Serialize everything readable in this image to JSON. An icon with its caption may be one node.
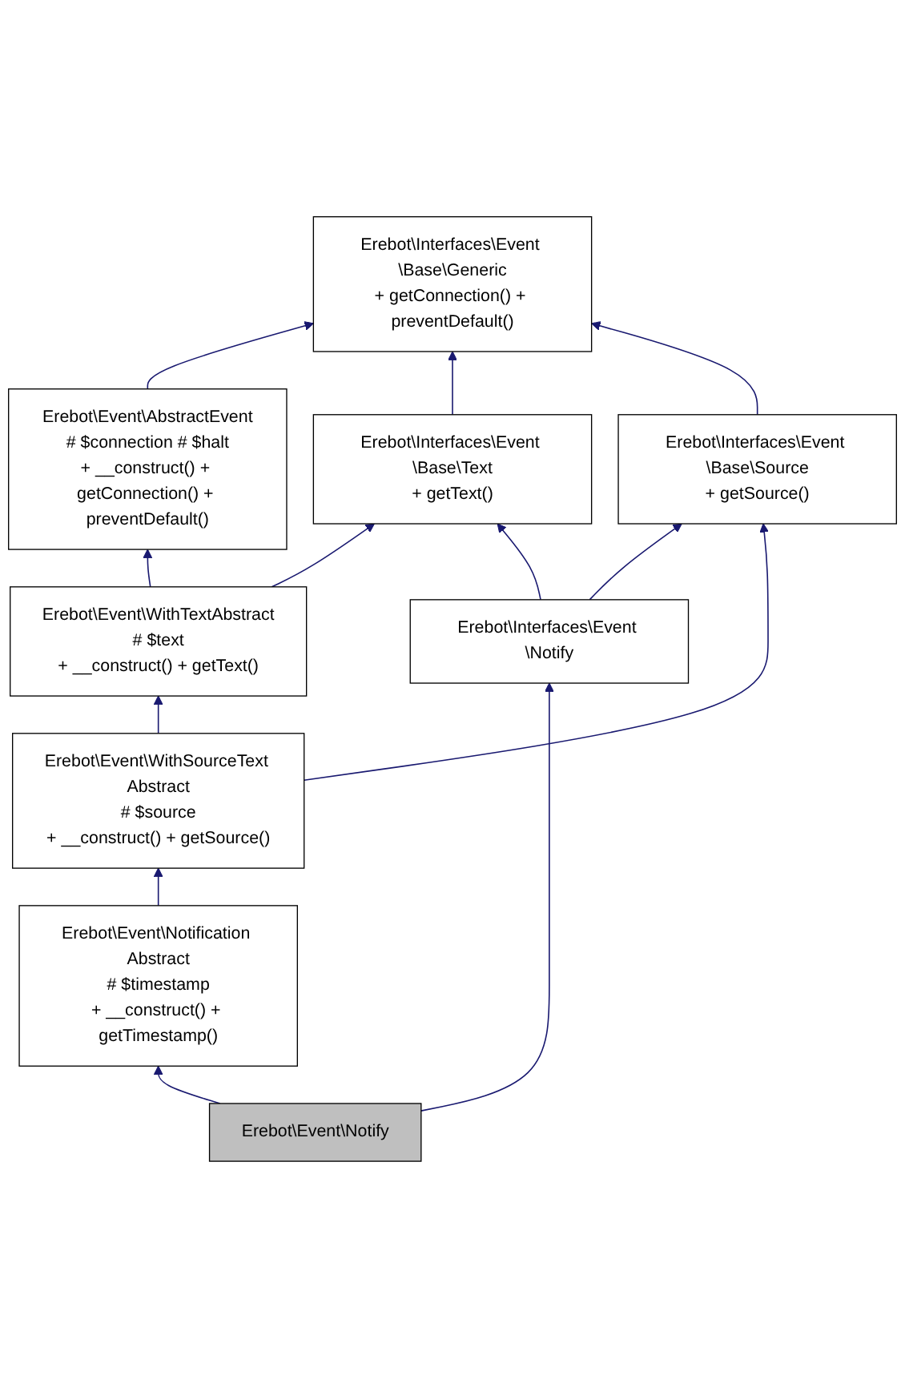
{
  "diagram": {
    "nodes": [
      {
        "text": [
          "Erebot\\Interfaces\\Event \\Base\\Generic",
          "+ getConnection() + preventDefault()"
        ]
      },
      {
        "text": [
          "Erebot\\Event\\AbstractEvent",
          "# $connection # $halt",
          "+ __construct() + getConnection() + preventDefault()"
        ]
      },
      {
        "text": [
          "Erebot\\Interfaces\\Event \\Base\\Text",
          "+ getText()"
        ]
      },
      {
        "text": [
          "Erebot\\Interfaces\\Event \\Base\\Source",
          "+ getSource()"
        ]
      },
      {
        "text": [
          "Erebot\\Event\\WithTextAbstract",
          "# $text",
          "+ __construct() + getText()"
        ]
      },
      {
        "text": [
          "Erebot\\Interfaces\\Event \\Notify"
        ]
      },
      {
        "text": [
          "Erebot\\Event\\WithSourceText Abstract",
          "# $source",
          "+ __construct() + getSource()"
        ]
      },
      {
        "text": [
          "Erebot\\Event\\Notification Abstract",
          "# $timestamp",
          "+ __construct() + getTimestamp()"
        ]
      },
      {
        "text": [
          "Erebot\\Event\\Notify"
        ]
      }
    ],
    "edges": [
      {
        "from": 1,
        "to": 0,
        "arrow": "to"
      },
      {
        "from": 2,
        "to": 0,
        "arrow": "to"
      },
      {
        "from": 3,
        "to": 0,
        "arrow": "to"
      },
      {
        "from": 4,
        "to": 1,
        "arrow": "to"
      },
      {
        "from": 4,
        "to": 2,
        "arrow": "to"
      },
      {
        "from": 5,
        "to": 2,
        "arrow": "to"
      },
      {
        "from": 5,
        "to": 3,
        "arrow": "to"
      },
      {
        "from": 6,
        "to": 4,
        "arrow": "to"
      },
      {
        "from": 6,
        "to": 3,
        "arrow": "to"
      },
      {
        "from": 7,
        "to": 6,
        "arrow": "to"
      },
      {
        "from": 8,
        "to": 7,
        "arrow": "to"
      },
      {
        "from": 8,
        "to": 5,
        "arrow": "to"
      }
    ]
  }
}
